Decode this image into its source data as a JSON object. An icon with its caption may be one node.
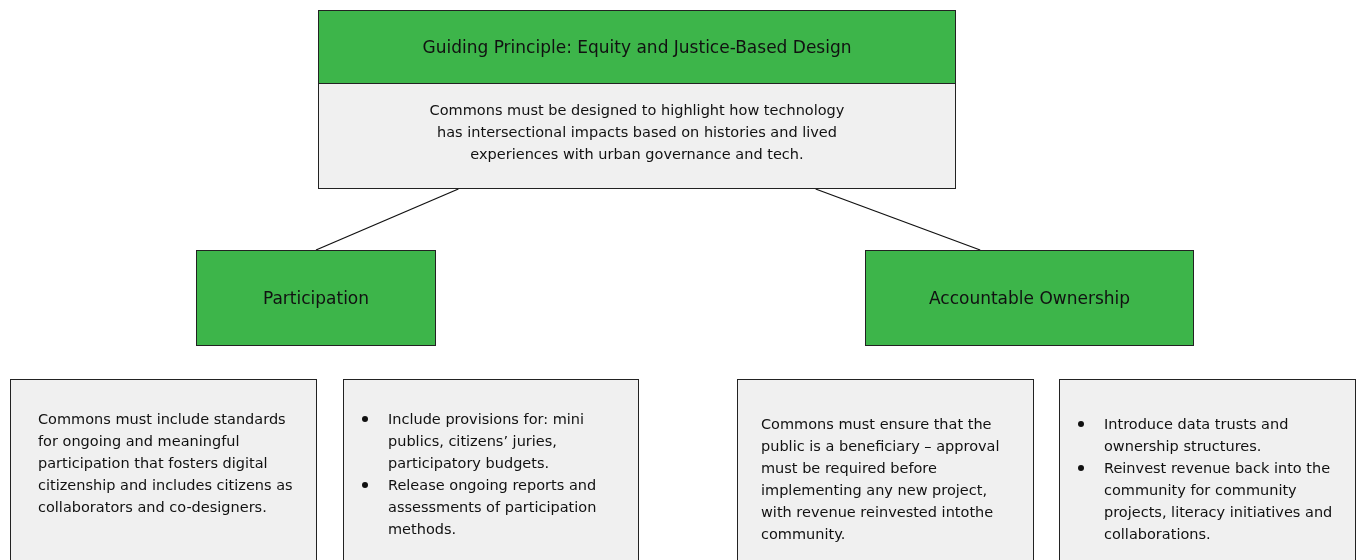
{
  "diagram": {
    "nodes": [
      {
        "text": [
          "Guiding Principle: Equity and Justice-Based Design",
          "Commons must be designed to highlight how technology has intersectional impacts based on histories and lived experiences with urban governance and tech."
        ]
      },
      {
        "text": [
          "Participation"
        ]
      },
      {
        "text": [
          "Accountable Ownership"
        ]
      },
      {
        "text": [
          "Commons must include standards for ongoing and meaningful participation that fosters digital citizenship and includes citizens as collaborators and co-designers."
        ]
      },
      {
        "text": [
          "Include provisions for: mini publics, citizens’ juries, participatory budgets.",
          "Release ongoing reports and assessments of participation methods."
        ]
      },
      {
        "text": [
          "Commons must ensure that the public is a beneficiary – approval must be required before implementing any new project, with revenue reinvested intothe community."
        ]
      },
      {
        "text": [
          "Introduce data trusts and ownership structures.",
          "Reinvest revenue back into the community for community projects, literacy initiatives and collaborations."
        ]
      }
    ],
    "edges": [
      {
        "from": 0,
        "to": 1,
        "arrow": "none"
      },
      {
        "from": 0,
        "to": 2,
        "arrow": "none"
      }
    ]
  }
}
